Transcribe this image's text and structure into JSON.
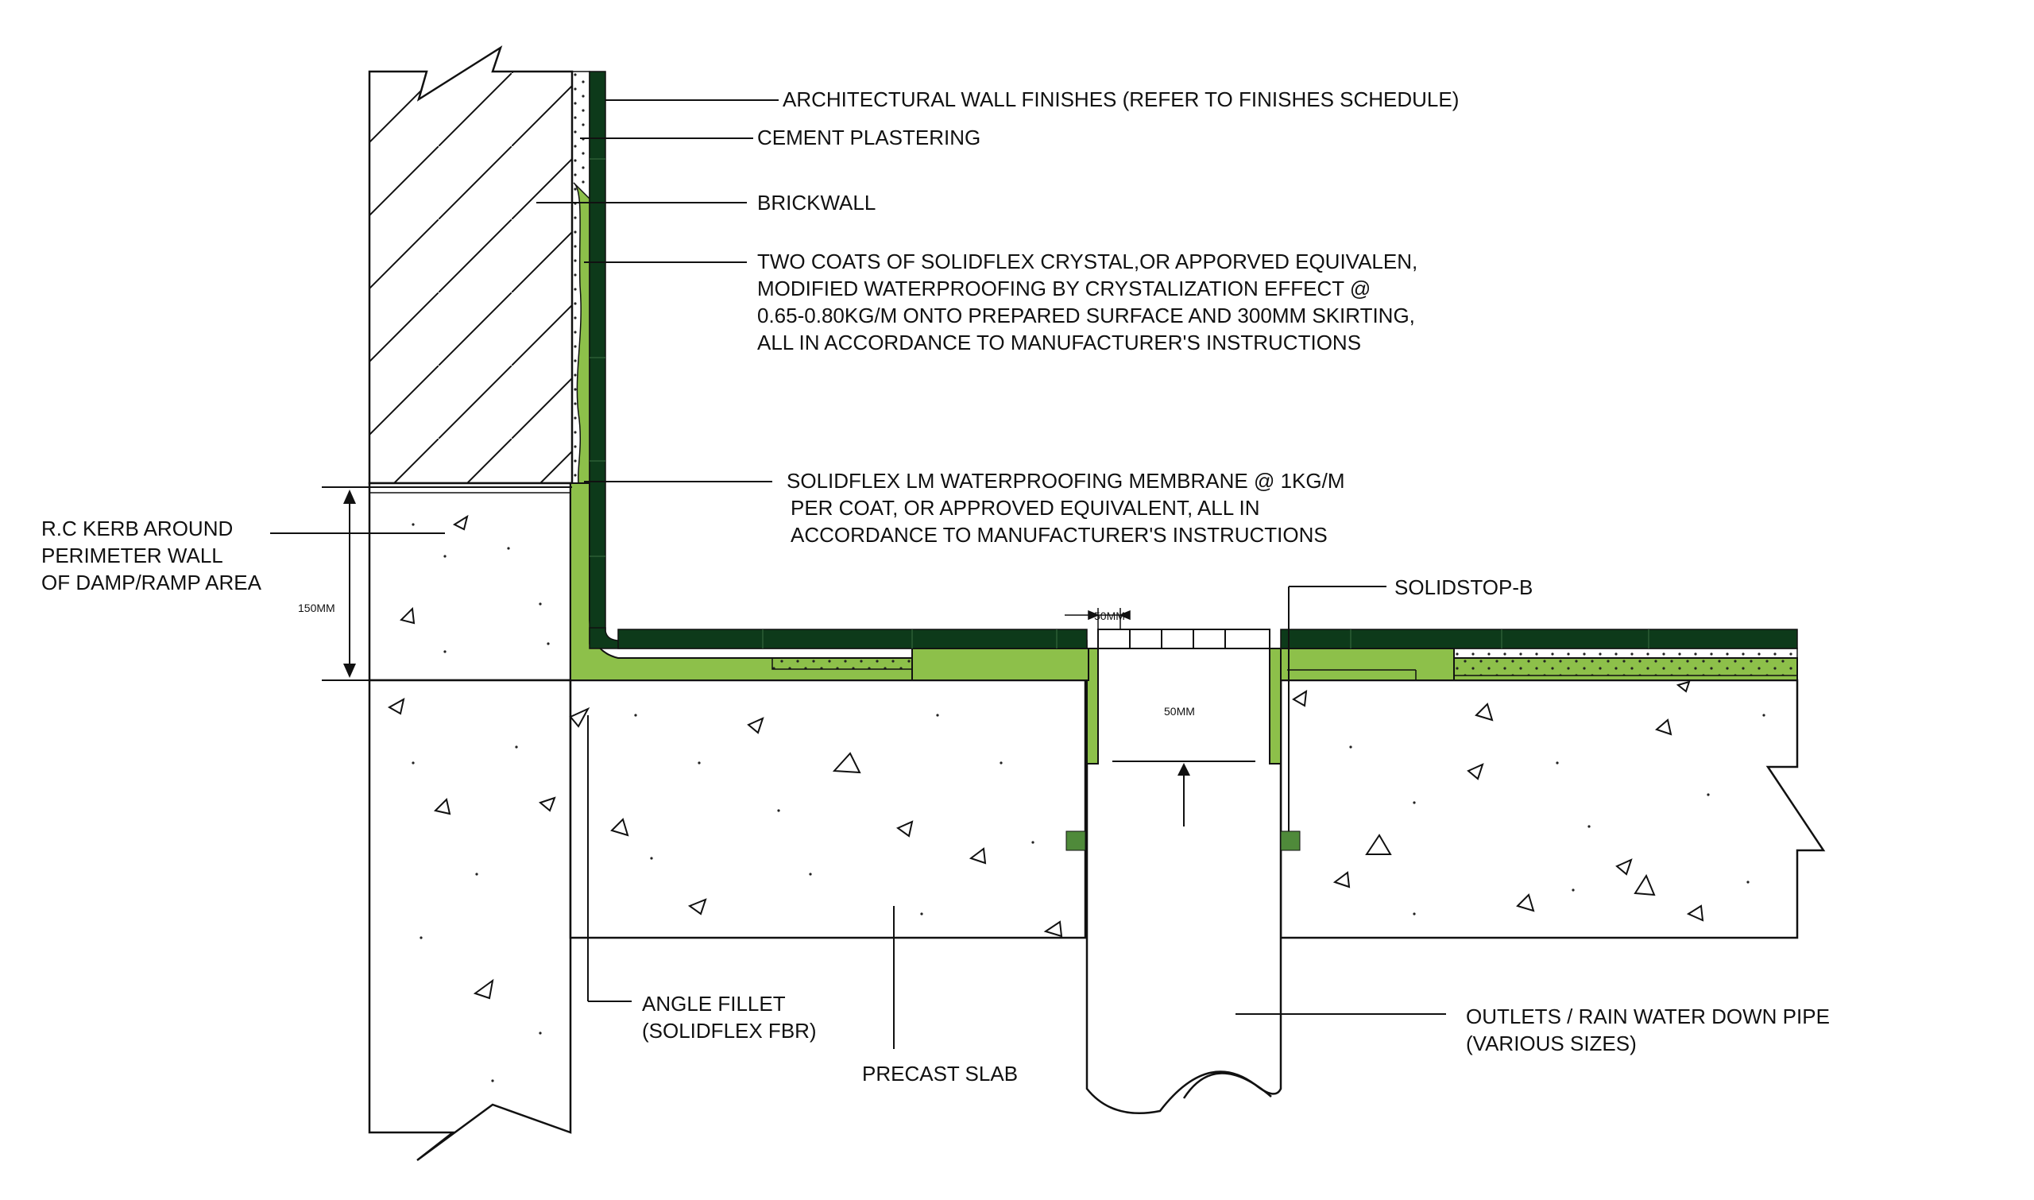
{
  "labels": {
    "wall_finish": "ARCHITECTURAL WALL FINISHES (REFER TO FINISHES SCHEDULE)",
    "plastering": "CEMENT PLASTERING",
    "brickwall": "BRICKWALL",
    "crystal": [
      "TWO COATS OF SOLIDFLEX CRYSTAL,OR APPORVED EQUIVALEN,",
      "MODIFIED WATERPROOFING BY CRYSTALIZATION EFFECT @",
      "0.65-0.80KG/M ONTO PREPARED SURFACE AND 300MM SKIRTING,",
      "ALL IN ACCORDANCE TO MANUFACTURER'S INSTRUCTIONS"
    ],
    "membrane": [
      "SOLIDFLEX LM WATERPROOFING MEMBRANE @ 1KG/M",
      "PER COAT, OR APPROVED EQUIVALENT, ALL IN",
      "ACCORDANCE TO MANUFACTURER'S INSTRUCTIONS"
    ],
    "kerb": [
      "R.C KERB AROUND",
      "PERIMETER WALL",
      "OF DAMP/RAMP AREA"
    ],
    "solidstop": "SOLIDSTOP-B",
    "fillet": [
      "ANGLE FILLET",
      "(SOLIDFLEX FBR)"
    ],
    "slab": "PRECAST SLAB",
    "outlet": [
      "OUTLETS / RAIN WATER DOWN PIPE",
      "(VARIOUS SIZES)"
    ]
  },
  "dimensions": {
    "kerb_height": "150MM",
    "grating_gap": "50MM",
    "outlet_gap": "50MM"
  },
  "colors": {
    "membrane_green": "#8dc04a",
    "finish_dark_green": "#0d3a1a",
    "solidstop_green": "#4f8a3a"
  }
}
